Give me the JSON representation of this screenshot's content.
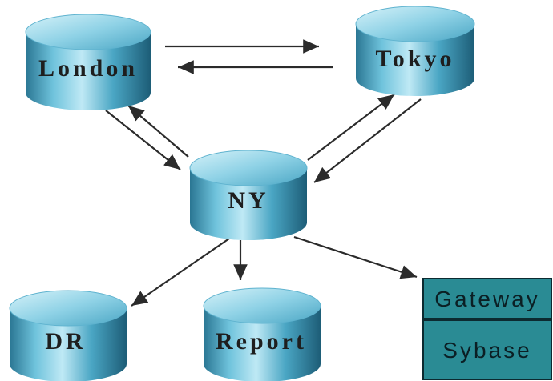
{
  "nodes": {
    "london": {
      "label": "London"
    },
    "tokyo": {
      "label": "Tokyo"
    },
    "ny": {
      "label": "NY"
    },
    "dr": {
      "label": "DR"
    },
    "report": {
      "label": "Report"
    }
  },
  "gateway_stack": {
    "top_label": "Gateway",
    "bottom_label": "Sybase"
  },
  "colors": {
    "cylinder_light": "#aee0f0",
    "cylinder_mid": "#3fa1c2",
    "cylinder_dark": "#1c5f78",
    "box_fill": "#2a8b94",
    "arrow": "#2b2b2b"
  }
}
